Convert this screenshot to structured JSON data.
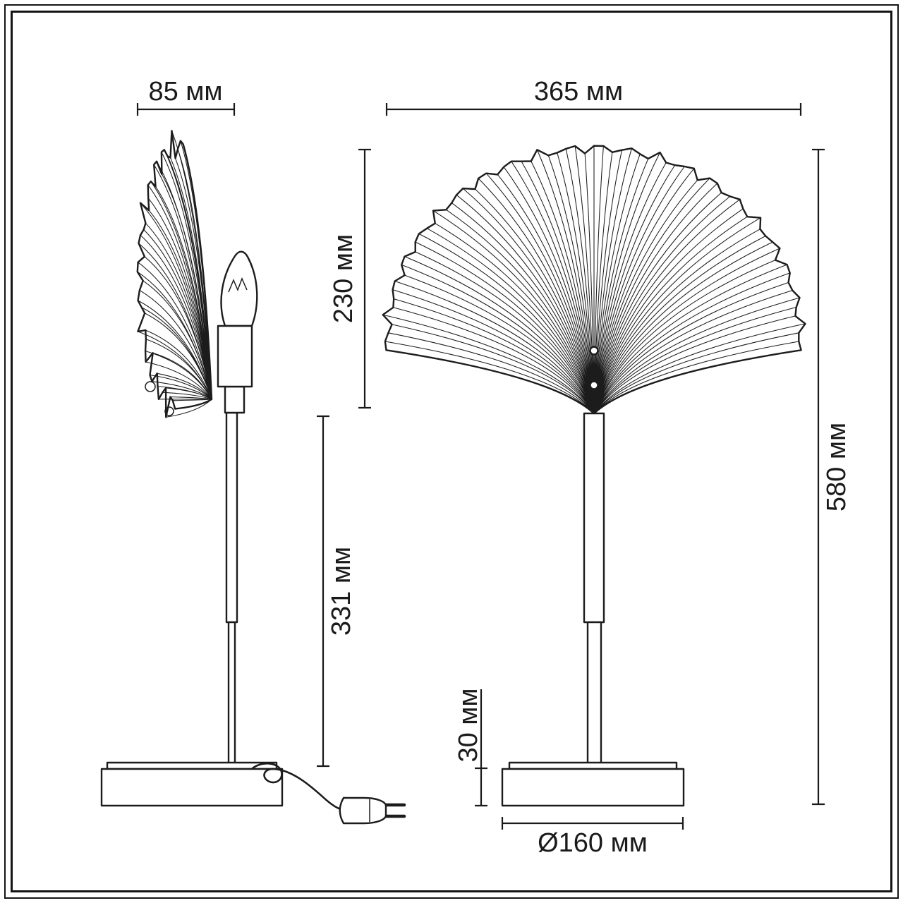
{
  "drawing": {
    "subject": "table lamp dimension drawing, side and front views",
    "colors": {
      "ink": "#1a1a1a",
      "background": "#ffffff"
    },
    "dimensions": {
      "shade_depth": "85 мм",
      "shade_width": "365 мм",
      "shade_height": "230 мм",
      "stem_height": "331 мм",
      "total_height": "580 мм",
      "base_height": "30 мм",
      "base_diameter": "Ø160 мм"
    }
  }
}
